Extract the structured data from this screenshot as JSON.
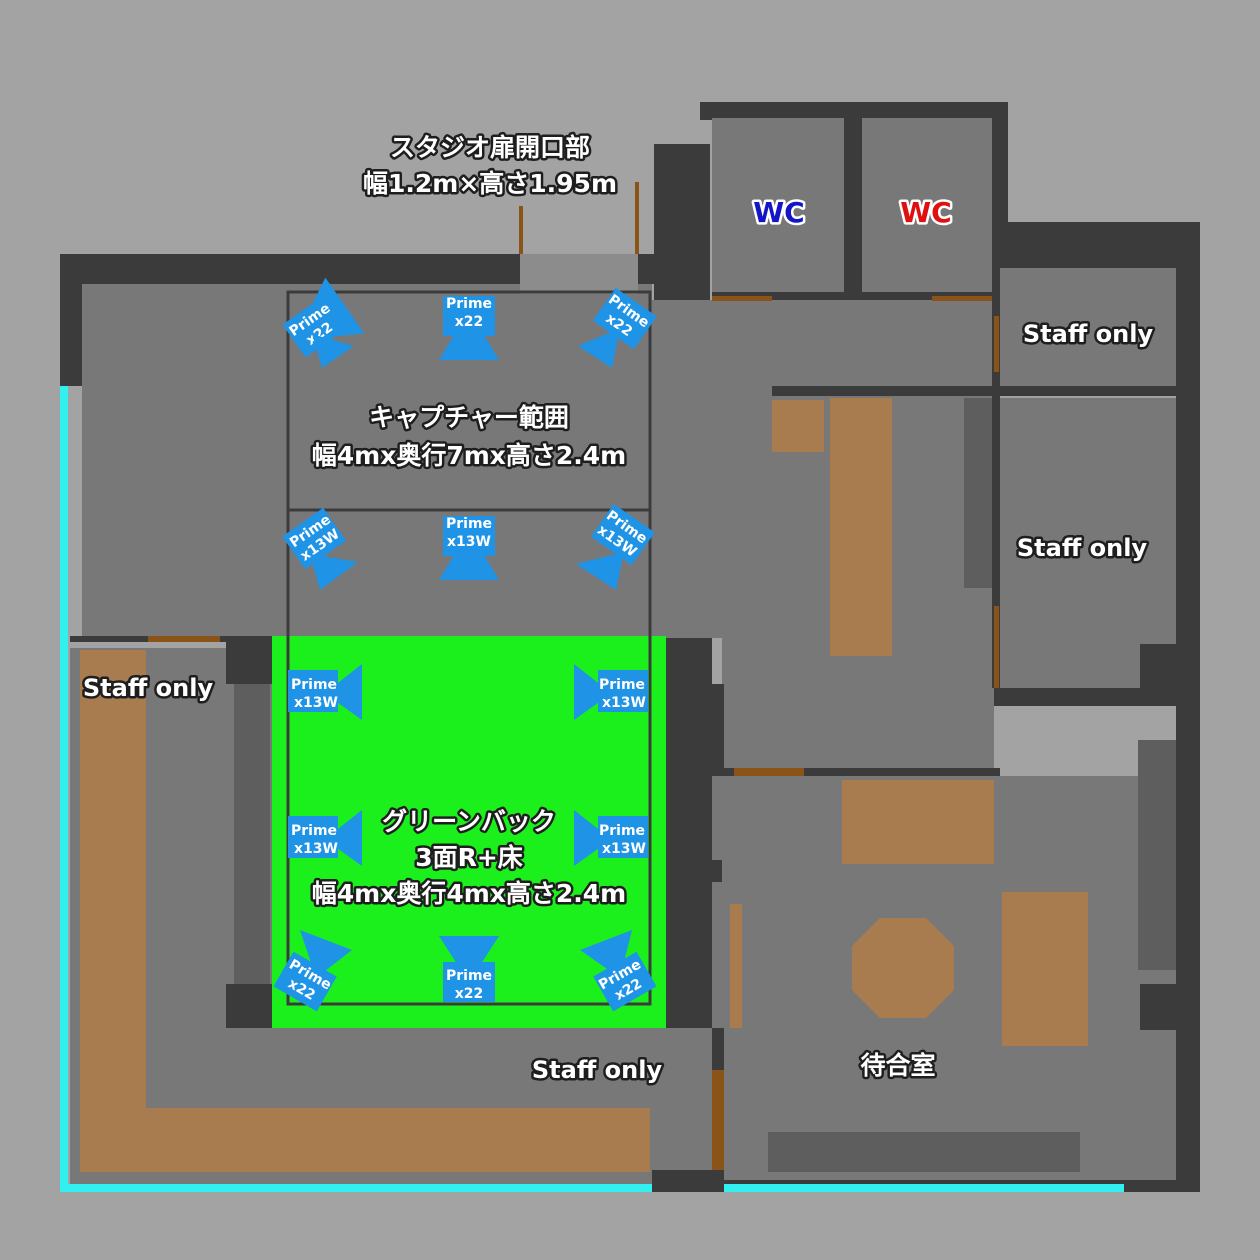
{
  "colors": {
    "background": "#a3a3a3",
    "wall": "#3b3b3b",
    "floor": "#787878",
    "floor_dark": "#5e5e5e",
    "furniture": "#a97c50",
    "door": "#8a5317",
    "greenback": "#1cf01c",
    "camera": "#1f93e6",
    "window_edge": "#33f0f0",
    "wc_men": "#1515c8",
    "wc_women": "#e01010"
  },
  "labels": {
    "door_title": "スタジオ扉開口部",
    "door_size": "幅1.2m×高さ1.95m",
    "wc_left": "WC",
    "wc_right": "WC",
    "staff_top_right": "Staff only",
    "staff_mid_right": "Staff only",
    "staff_left": "Staff only",
    "staff_bottom": "Staff only",
    "capture_title": "キャプチャー範囲",
    "capture_size": "幅4mx奥行7mx高さ2.4m",
    "green_title": "グリーンバック",
    "green_sub": "3面R+床",
    "green_size": "幅4mx奥行4mx高さ2.4m",
    "waiting_room": "待合室"
  },
  "cameras": [
    {
      "brand": "Prime",
      "model": "x22",
      "icon": "camera-icon"
    },
    {
      "brand": "Prime",
      "model": "x22",
      "icon": "camera-icon"
    },
    {
      "brand": "Prime",
      "model": "x22",
      "icon": "camera-icon"
    },
    {
      "brand": "Prime",
      "model": "x13W",
      "icon": "camera-icon"
    },
    {
      "brand": "Prime",
      "model": "x13W",
      "icon": "camera-icon"
    },
    {
      "brand": "Prime",
      "model": "x13W",
      "icon": "camera-icon"
    },
    {
      "brand": "Prime",
      "model": "x13W",
      "icon": "camera-icon"
    },
    {
      "brand": "Prime",
      "model": "x13W",
      "icon": "camera-icon"
    },
    {
      "brand": "Prime",
      "model": "x13W",
      "icon": "camera-icon"
    },
    {
      "brand": "Prime",
      "model": "x13W",
      "icon": "camera-icon"
    },
    {
      "brand": "Prime",
      "model": "x22",
      "icon": "camera-icon"
    },
    {
      "brand": "Prime",
      "model": "x22",
      "icon": "camera-icon"
    },
    {
      "brand": "Prime",
      "model": "x22",
      "icon": "camera-icon"
    }
  ]
}
